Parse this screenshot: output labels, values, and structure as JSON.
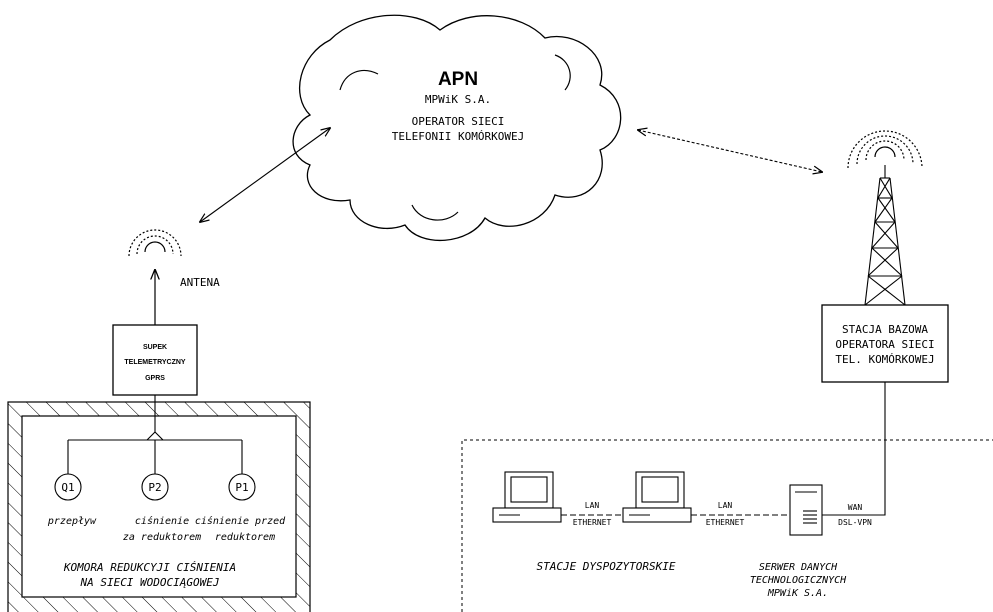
{
  "cloud": {
    "title": "APN",
    "subtitle": "MPWiK S.A.",
    "line1": "OPERATOR SIECI",
    "line2": "TELEFONII KOMÓRKOWEJ"
  },
  "antenna": {
    "label": "ANTENA"
  },
  "telemetry": {
    "line1": "SUPEK",
    "line2": "TELEMETRYCZNY",
    "line3": "GPRS"
  },
  "chamber": {
    "sensors": [
      {
        "code": "Q1",
        "desc1": "przepływ",
        "desc2": ""
      },
      {
        "code": "P2",
        "desc1": "ciśnienie",
        "desc2": "za reduktorem"
      },
      {
        "code": "P1",
        "desc1": "ciśnienie przed",
        "desc2": "reduktorem"
      }
    ],
    "title1": "KOMORA REDUKCYJI CIŚNIENIA",
    "title2": "NA SIECI WODOCIĄGOWEJ"
  },
  "base_station": {
    "line1": "STACJA BAZOWA",
    "line2": "OPERATORA SIECI",
    "line3": "TEL. KOMÓRKOWEJ"
  },
  "network": {
    "link1": {
      "top": "LAN",
      "bottom": "ETHERNET"
    },
    "link2": {
      "top": "LAN",
      "bottom": "ETHERNET"
    },
    "link3": {
      "top": "WAN",
      "bottom": "DSL-VPN"
    },
    "stations_label": "STACJE DYSPOZYTORSKIE",
    "server1": "SERWER DANYCH",
    "server2": "TECHNOLOGICZNYCH",
    "server3": "MPWiK S.A."
  }
}
